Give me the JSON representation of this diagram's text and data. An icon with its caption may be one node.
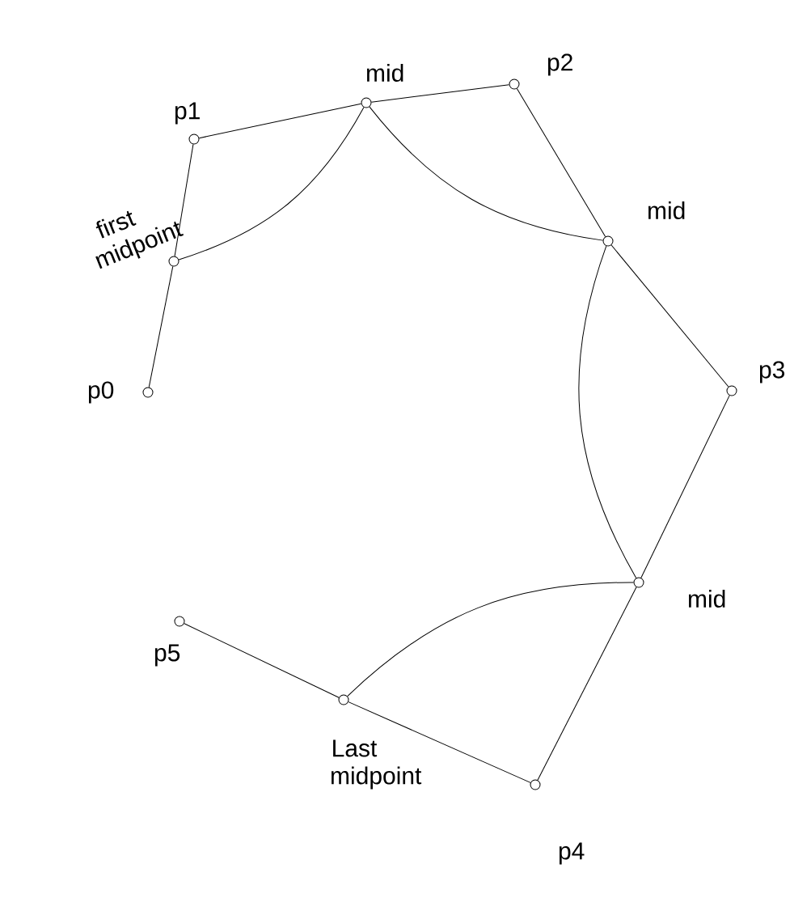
{
  "diagram": {
    "nodes": [
      {
        "text": [],
        "shape": "circle",
        "beside": [
          "p0"
        ]
      },
      {
        "text": [],
        "shape": "circle",
        "beside": [
          "first midpoint"
        ]
      },
      {
        "text": [],
        "shape": "circle",
        "beside": [
          "p1"
        ]
      },
      {
        "text": [],
        "shape": "circle",
        "beside": [
          "mid"
        ]
      },
      {
        "text": [],
        "shape": "circle",
        "beside": [
          "p2"
        ]
      },
      {
        "text": [],
        "shape": "circle",
        "beside": [
          "mid"
        ]
      },
      {
        "text": [],
        "shape": "circle",
        "beside": [
          "p3"
        ]
      },
      {
        "text": [],
        "shape": "circle",
        "beside": [
          "mid"
        ]
      },
      {
        "text": [],
        "shape": "circle",
        "beside": [
          "p4"
        ]
      },
      {
        "text": [],
        "shape": "circle",
        "beside": [
          "Last midpoint"
        ]
      },
      {
        "text": [],
        "shape": "circle",
        "beside": [
          "p5"
        ]
      }
    ],
    "edges": [
      {
        "from": 0,
        "to": 1,
        "arrow": "none"
      },
      {
        "from": 1,
        "to": 2,
        "arrow": "none"
      },
      {
        "from": 2,
        "to": 3,
        "arrow": "none"
      },
      {
        "from": 3,
        "to": 4,
        "arrow": "none"
      },
      {
        "from": 4,
        "to": 5,
        "arrow": "none"
      },
      {
        "from": 5,
        "to": 6,
        "arrow": "none"
      },
      {
        "from": 6,
        "to": 7,
        "arrow": "none"
      },
      {
        "from": 7,
        "to": 8,
        "arrow": "none"
      },
      {
        "from": 8,
        "to": 9,
        "arrow": "none"
      },
      {
        "from": 9,
        "to": 10,
        "arrow": "none"
      },
      {
        "from": 1,
        "to": 3,
        "arrow": "none"
      },
      {
        "from": 3,
        "to": 5,
        "arrow": "none"
      },
      {
        "from": 5,
        "to": 7,
        "arrow": "none"
      },
      {
        "from": 7,
        "to": 9,
        "arrow": "none"
      }
    ]
  }
}
